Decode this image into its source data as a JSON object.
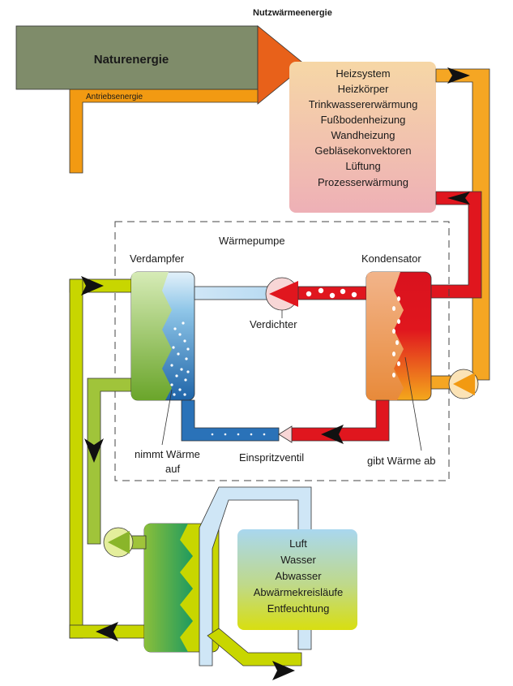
{
  "title": "Nutzwärmeenergie",
  "naturenergie_label": "Naturenergie",
  "antriebsenergie_label": "Antriebsenergie",
  "heat_uses": [
    "Heizsystem",
    "Heizkörper",
    "Trinkwassererwärmung",
    "Fußbodenheizung",
    "Wandheizung",
    "Gebläsekonvektoren",
    "Lüftung",
    "Prozesserwärmung"
  ],
  "waermepumpe_label": "Wärmepumpe",
  "verdampfer_label": "Verdampfer",
  "kondensator_label": "Kondensator",
  "verdichter_label": "Verdichter",
  "einspritzventil_label": "Einspritzventil",
  "nimmt_waerme_line1": "nimmt Wärme",
  "nimmt_waerme_line2": "auf",
  "gibt_waerme_label": "gibt Wärme ab",
  "heat_sources": [
    "Luft",
    "Wasser",
    "Abwasser",
    "Abwärmekreisläufe",
    "Entfeuchtung"
  ],
  "colors": {
    "naturenergie": "#7f8c6a",
    "antrieb": "#f29a12",
    "nutzwaerme_arrow": "#e8611a",
    "hot": "#e0161e",
    "warm_return": "#f5a623",
    "cold": "#2a72b8",
    "source_loop": "#c8d600",
    "source_green": "#7aab2a"
  }
}
